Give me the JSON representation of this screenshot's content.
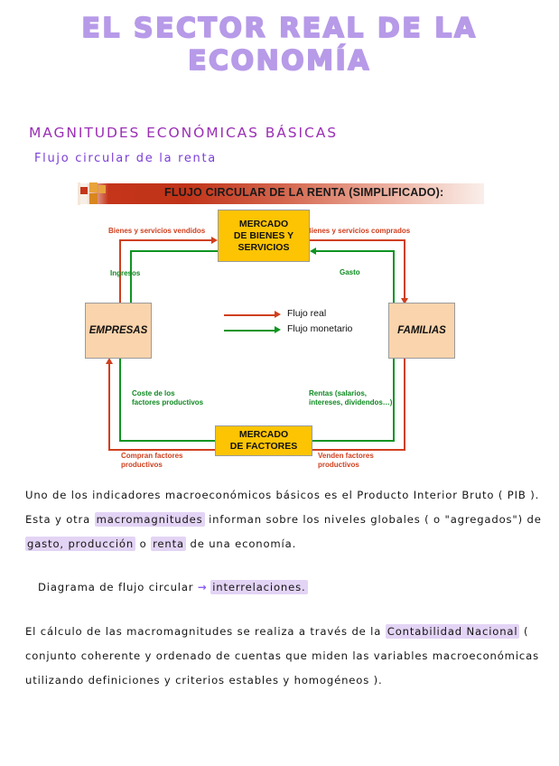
{
  "title": {
    "line1": "EL SECTOR REAL DE LA",
    "line2": "ECONOMÍA",
    "color": "#b79ae8"
  },
  "headings": {
    "h1": "MAGNITUDES  ECONÓMICAS  BÁSICAS",
    "h1_color": "#9b2fb5",
    "h2": "Flujo  circular  de  la  renta",
    "h2_color": "#7a3fd6"
  },
  "figure": {
    "banner_title": "FLUJO CIRCULAR DE LA RENTA (SIMPLIFICADO):",
    "banner_color": "#c4351a",
    "boxes": {
      "goods_market": "MERCADO DE BIENES Y SERVICIOS",
      "goods_market_l1": "MERCADO",
      "goods_market_l2": "DE BIENES Y",
      "goods_market_l3": "SERVICIOS",
      "factors_market_l1": "MERCADO",
      "factors_market_l2": "DE FACTORES",
      "firms": "EMPRESAS",
      "households": "FAMILIAS",
      "market_fill": "#fdc404",
      "agent_fill": "#fad4ac"
    },
    "flows": {
      "goods_sold": "Bienes y servicios vendidos",
      "income": "Ingresos",
      "goods_bought": "Bienes y servicios comprados",
      "spending": "Gasto",
      "factor_cost_l1": "Coste de los",
      "factor_cost_l2": "factores productivos",
      "buy_factors_l1": "Compran factores",
      "buy_factors_l2": "productivos",
      "rents_l1": "Rentas (salarios,",
      "rents_l2": "intereses, dividendos…)",
      "sell_factors_l1": "Venden factores",
      "sell_factors_l2": "productivos"
    },
    "legend": {
      "real_flow": "Flujo real",
      "real_flow_color": "#cf3f1e",
      "monetary_flow": "Flujo monetario",
      "monetary_flow_color": "#0f9422"
    }
  },
  "body": {
    "p1_a": "Uno  de  los  indicadores  macroeconómicos  básicos  es  el  Producto  Interior  Bruto  ( PIB ).  Esta  y  otra  ",
    "p1_hl1": "macromagnitudes",
    "p1_b": "  informan sobre  los  niveles  globales  ( o  \"agregados\")  de  ",
    "p1_hl2": "gasto,  producción",
    "p1_c": "  o  ",
    "p1_hl3": "renta",
    "p1_d": "  de  una  economía.",
    "p2_a": "Diagrama  de  flujo  circular  ",
    "p2_arrow": "→",
    "p2_hl": "interrelaciones.",
    "p3_a": "El  cálculo  de  las  macromagnitudes  se  realiza  a  través  de  la  ",
    "p3_hl": "Contabilidad Nacional",
    "p3_b": "  ( conjunto  coherente  y  ordenado  de  cuentas  que  miden  las  variables  macroeconómicas  utilizando  definiciones  y  criterios  estables  y  homogéneos )."
  }
}
